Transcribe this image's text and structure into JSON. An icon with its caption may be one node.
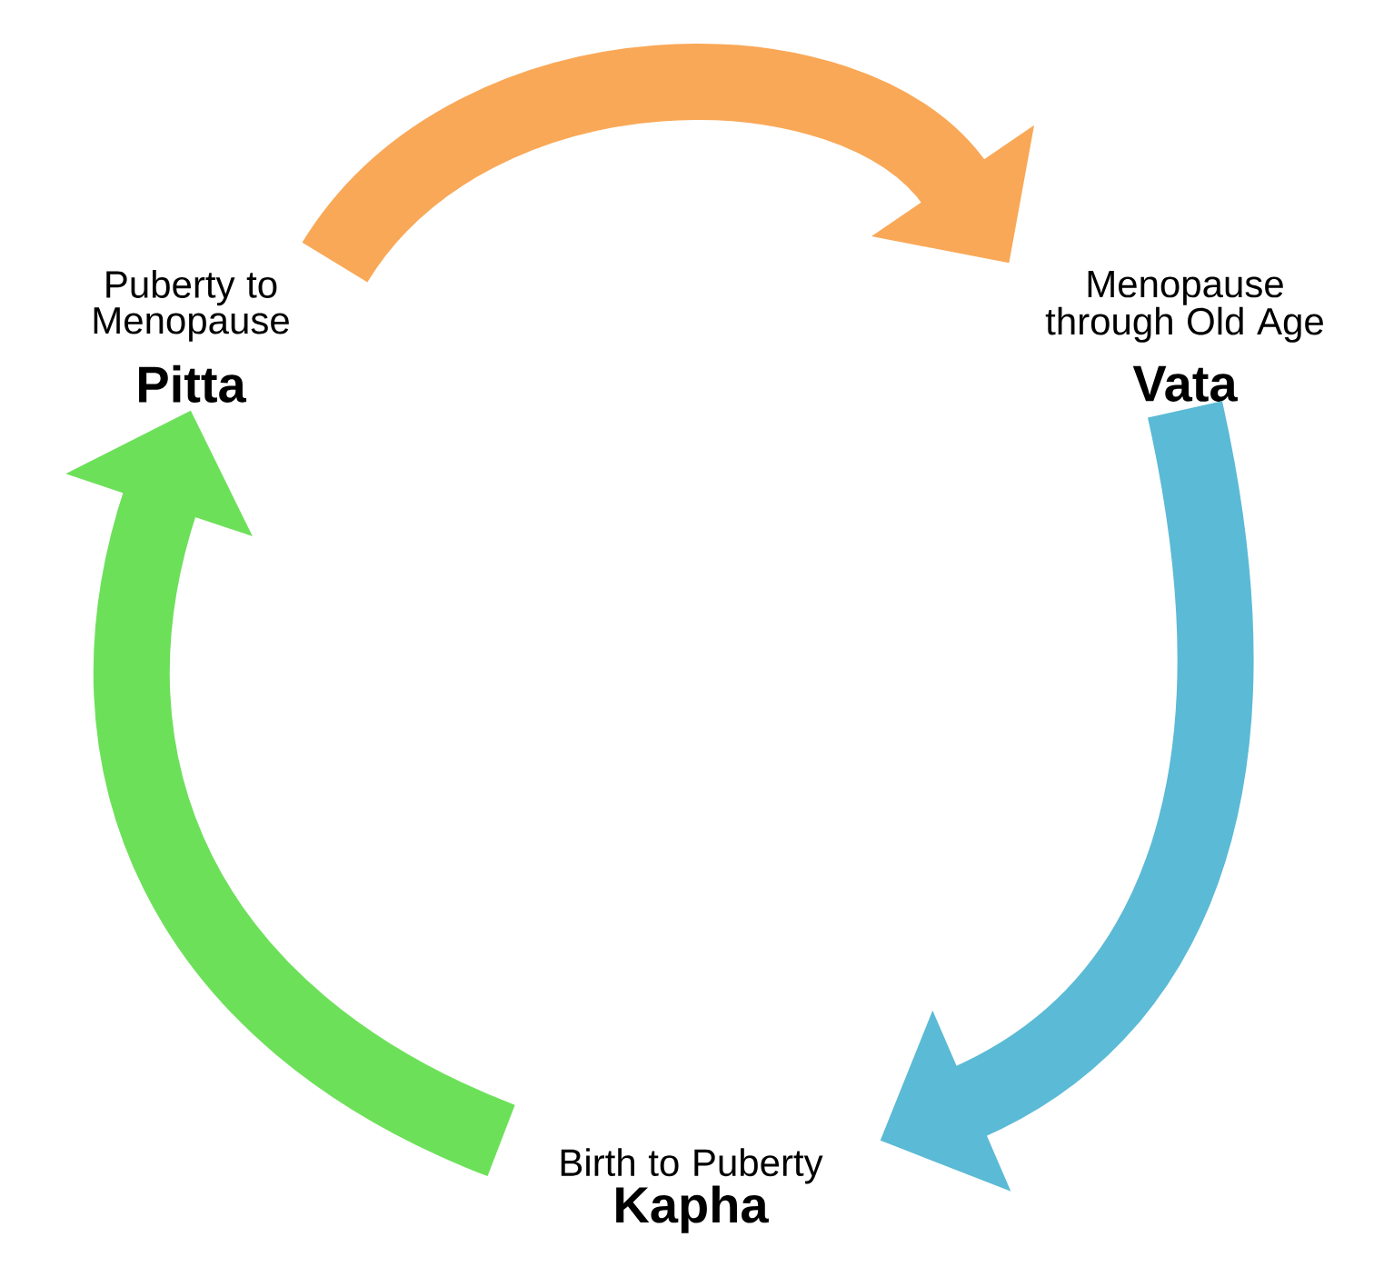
{
  "diagram": {
    "nodes": [
      {
        "text": [
          "Puberty to Menopause",
          "Pitta"
        ]
      },
      {
        "text": [
          "Menopause through Old Age",
          "Vata"
        ]
      },
      {
        "text": [
          "Birth to Puberty",
          "Kapha"
        ]
      }
    ],
    "edges": [
      {
        "from": 0,
        "to": 1,
        "arrow": "to",
        "color": "#f9a857"
      },
      {
        "from": 1,
        "to": 2,
        "arrow": "to",
        "color": "#5bbad5"
      },
      {
        "from": 2,
        "to": 0,
        "arrow": "to",
        "color": "#6de05a"
      }
    ]
  }
}
